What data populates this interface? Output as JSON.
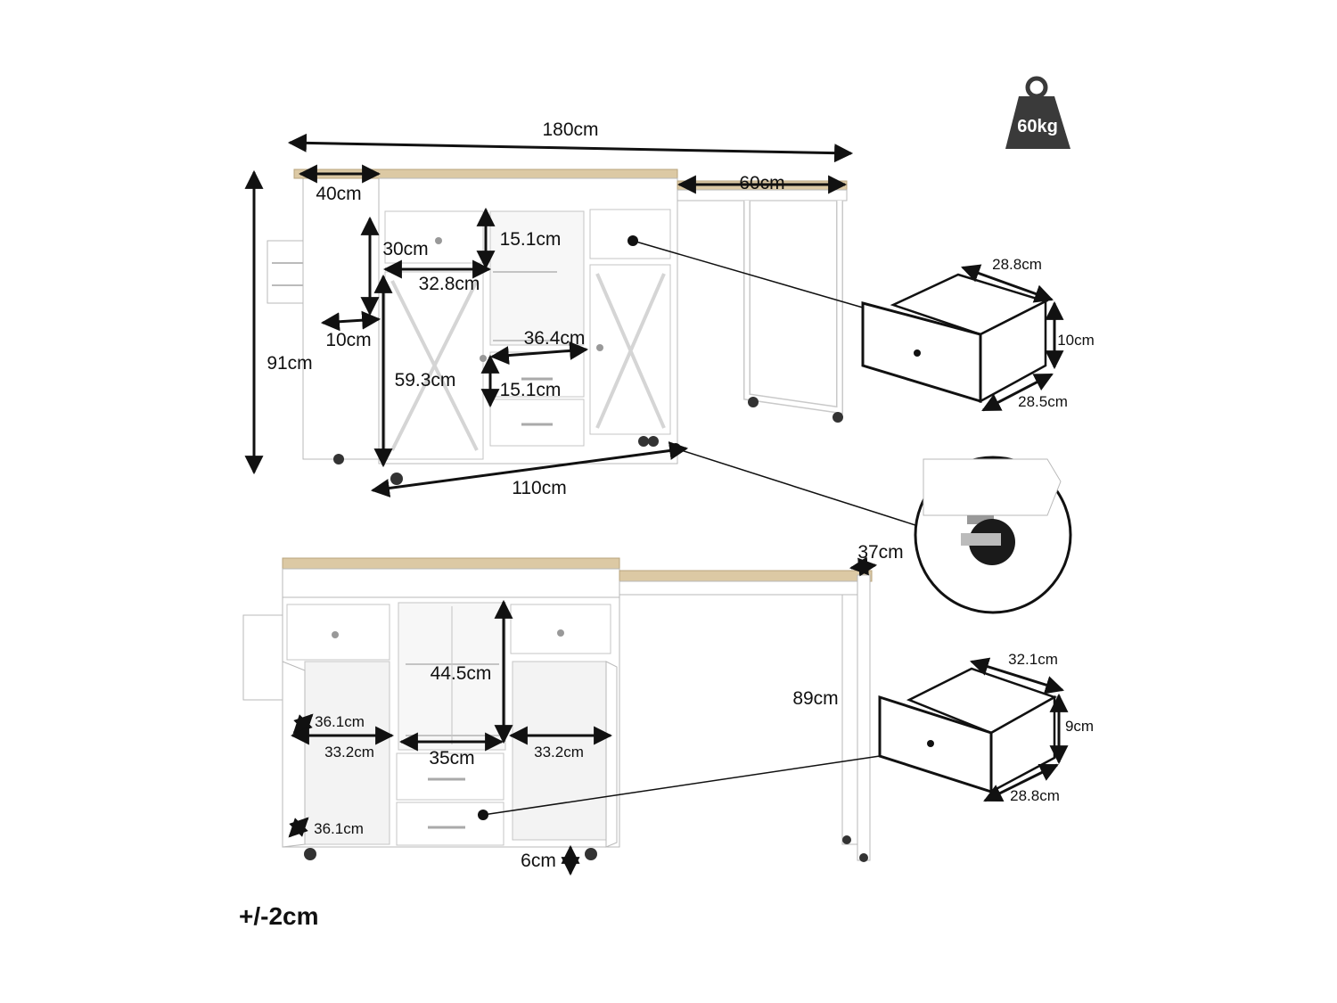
{
  "weight": {
    "label": "60kg"
  },
  "tolerance": "+/-2cm",
  "top_view_dims": {
    "total_width": "180cm",
    "top_left_depth": "40cm",
    "extension_width": "60cm",
    "height": "91cm",
    "drawer_height": "30cm",
    "shelf_height_upper": "15.1cm",
    "drawer_width": "32.8cm",
    "side_rack_depth": "10cm",
    "center_width": "36.4cm",
    "door_height": "59.3cm",
    "shelf_height_lower": "15.1cm",
    "base_width": "110cm"
  },
  "drawer_detail_top": {
    "width_back": "28.8cm",
    "height": "10cm",
    "width_front": "28.5cm"
  },
  "bottom_view_dims": {
    "extension_depth": "37cm",
    "center_height": "44.5cm",
    "extension_height": "89cm",
    "left_door_upper": "36.1cm",
    "left_inner_width": "33.2cm",
    "center_inner_width": "35cm",
    "right_inner_width": "33.2cm",
    "left_door_lower": "36.1cm",
    "wheel_height": "6cm"
  },
  "drawer_detail_bottom": {
    "width_back": "32.1cm",
    "height": "9cm",
    "width_front": "28.8cm"
  },
  "colors": {
    "wood": "#dcc9a4",
    "cabinet": "#ffffff",
    "outline": "#b9b9b9",
    "dark": "#1a1a1a",
    "weight_icon": "#3a3a3a"
  }
}
